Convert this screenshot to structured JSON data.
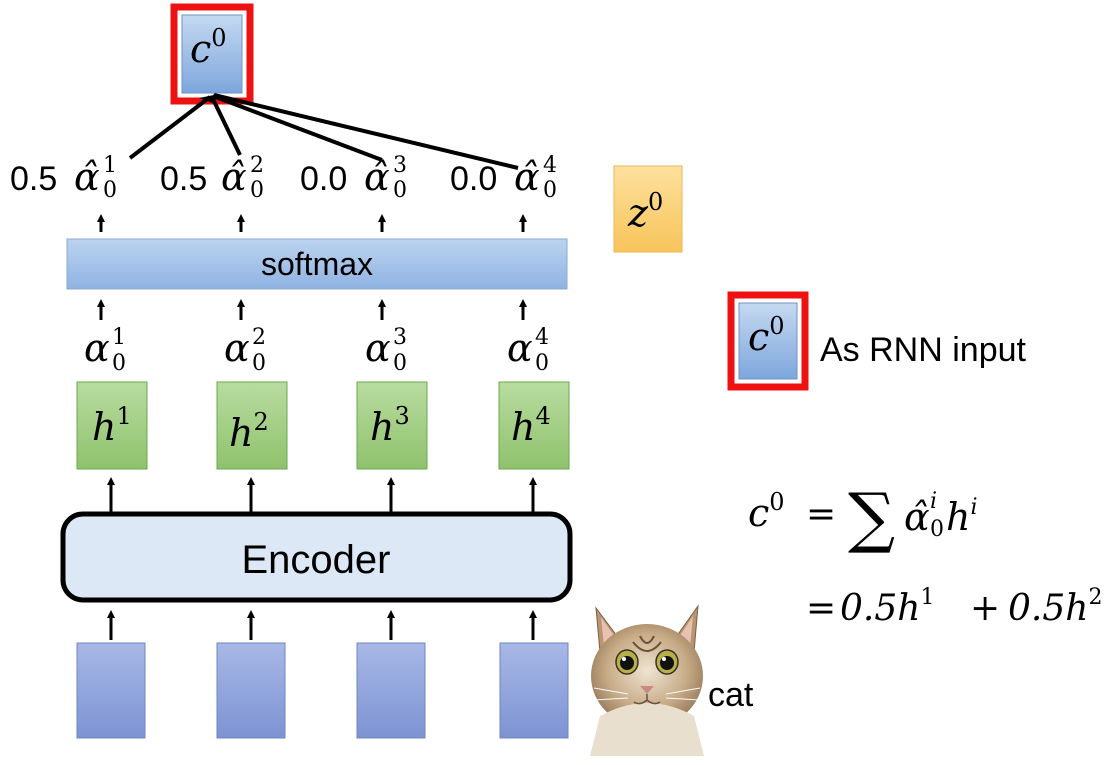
{
  "top_context": {
    "base": "c",
    "sup": "0"
  },
  "hat_weights": [
    {
      "value": "0.5",
      "base": "α̂",
      "sup": "1",
      "sub": "0"
    },
    {
      "value": "0.5",
      "base": "α̂",
      "sup": "2",
      "sub": "0"
    },
    {
      "value": "0.0",
      "base": "α̂",
      "sup": "3",
      "sub": "0"
    },
    {
      "value": "0.0",
      "base": "α̂",
      "sup": "4",
      "sub": "0"
    }
  ],
  "softmax_label": "softmax",
  "raw_weights": [
    {
      "base": "α",
      "sup": "1",
      "sub": "0"
    },
    {
      "base": "α",
      "sup": "2",
      "sub": "0"
    },
    {
      "base": "α",
      "sup": "3",
      "sub": "0"
    },
    {
      "base": "α",
      "sup": "4",
      "sub": "0"
    }
  ],
  "hidden_states": [
    {
      "base": "h",
      "sup": "1"
    },
    {
      "base": "h",
      "sup": "2"
    },
    {
      "base": "h",
      "sup": "3"
    },
    {
      "base": "h",
      "sup": "4"
    }
  ],
  "encoder_label": "Encoder",
  "decoder_state": {
    "base": "z",
    "sup": "0"
  },
  "rnn_input": {
    "base": "c",
    "sup": "0",
    "caption": "As RNN input"
  },
  "equation": {
    "line1_lhs": "c",
    "line1_lhs_sup": "0",
    "line1_eq": "=",
    "line1_sum": "∑",
    "line1_term_base": "α̂",
    "line1_term_sup": "i",
    "line1_term_sub": "0",
    "line1_term_h": "h",
    "line1_term_h_sup": "i",
    "line2_eq": "=",
    "line2_t1": "0.5h",
    "line2_t1_sup": "1",
    "line2_plus": "+",
    "line2_t2": "0.5h",
    "line2_t2_sup": "2"
  },
  "image_caption": "cat",
  "colors": {
    "red_frame": "#ee1111",
    "blue_box": "#8eb4e3",
    "green_box": "#a9d18e",
    "orange_box": "#fbd17a",
    "input_box": "#8ea2d8",
    "softmax_bar": "#9fc0e8",
    "encoder_fill": "#dbe7f5"
  }
}
